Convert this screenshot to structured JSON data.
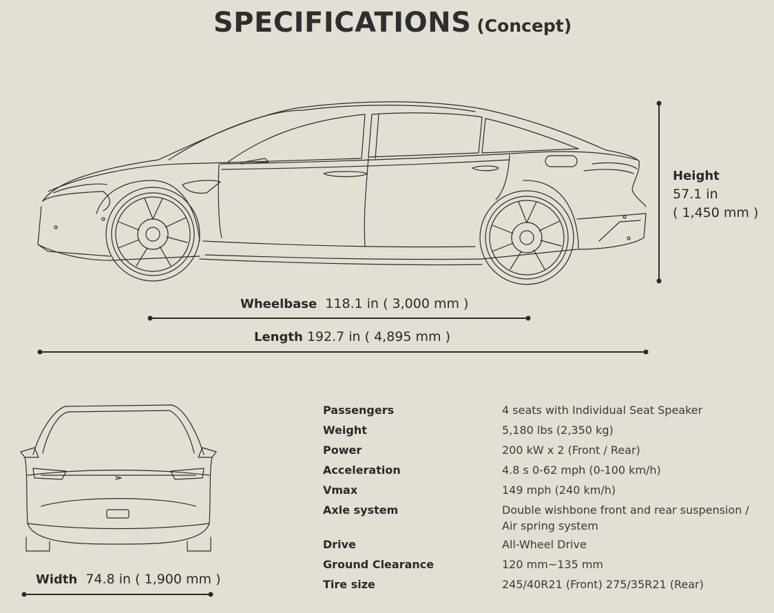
{
  "header": {
    "title": "SPECIFICATIONS",
    "subtitle": "(Concept)"
  },
  "dimensions": {
    "wheelbase": {
      "label": "Wheelbase",
      "value": "118.1 in ( 3,000 mm )"
    },
    "length": {
      "label": "Length",
      "value": "192.7 in ( 4,895 mm )"
    },
    "height": {
      "label": "Height",
      "value_in": "57.1 in",
      "value_mm": "( 1,450 mm )"
    },
    "width": {
      "label": "Width",
      "value": "74.8 in ( 1,900 mm )"
    }
  },
  "specs": [
    {
      "label": "Passengers",
      "value": "4 seats with Individual Seat Speaker"
    },
    {
      "label": "Weight",
      "value": "5,180 lbs (2,350 kg)"
    },
    {
      "label": "Power",
      "value": "200 kW x 2 (Front / Rear)"
    },
    {
      "label": "Acceleration",
      "value": "4.8 s 0-62 mph (0-100 km/h)"
    },
    {
      "label": "Vmax",
      "value": "149 mph (240 km/h)"
    },
    {
      "label": "Axle system",
      "value": "Double wishbone front and rear suspension / Air spring system"
    },
    {
      "label": "Drive",
      "value": "All-Wheel Drive"
    },
    {
      "label": "Ground Clearance",
      "value": "120 mm~135 mm"
    },
    {
      "label": "Tire size",
      "value": "245/40R21 (Front) 275/35R21 (Rear)"
    }
  ],
  "colors": {
    "background": "#e4dfd5",
    "ink": "#2a2a2a"
  }
}
